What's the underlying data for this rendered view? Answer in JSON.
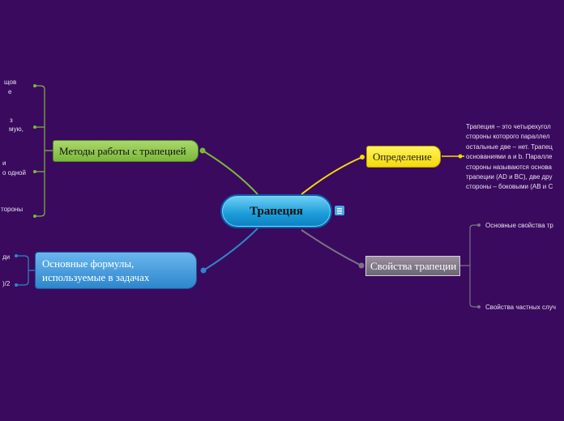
{
  "central": {
    "label": "Трапеция"
  },
  "branches": {
    "definition": {
      "label": "Определение",
      "text": "Трапеция – это четырехугол\nстороны которого параллел\nостальные две – нет. Трапец\nоснованиями a и b. Паралле\nстороны называются основа\nтрапеции (AD и BC), две дру\nстороны – боковыми (AB и C"
    },
    "properties": {
      "label": "Свойства трапеции",
      "children": [
        "Основные свойства тр",
        "Свойства частных случ"
      ]
    },
    "methods": {
      "label": "Методы работы с трапецией",
      "fragments": [
        "щов",
        "е",
        "з",
        "мую,",
        "и",
        "о одной",
        "тороны"
      ]
    },
    "formulas": {
      "label_line1": "Основные формулы,",
      "label_line2": "используемые в задачах",
      "fragments": [
        "ди",
        ")/2"
      ]
    }
  },
  "colors": {
    "background": "#3a0a5e",
    "central": "#1a9bd8",
    "definition": "#f4d90a",
    "properties": "#6c6472",
    "methods": "#7cb83c",
    "formulas": "#2d86cc"
  },
  "icons": {
    "central_note": "note-icon"
  }
}
